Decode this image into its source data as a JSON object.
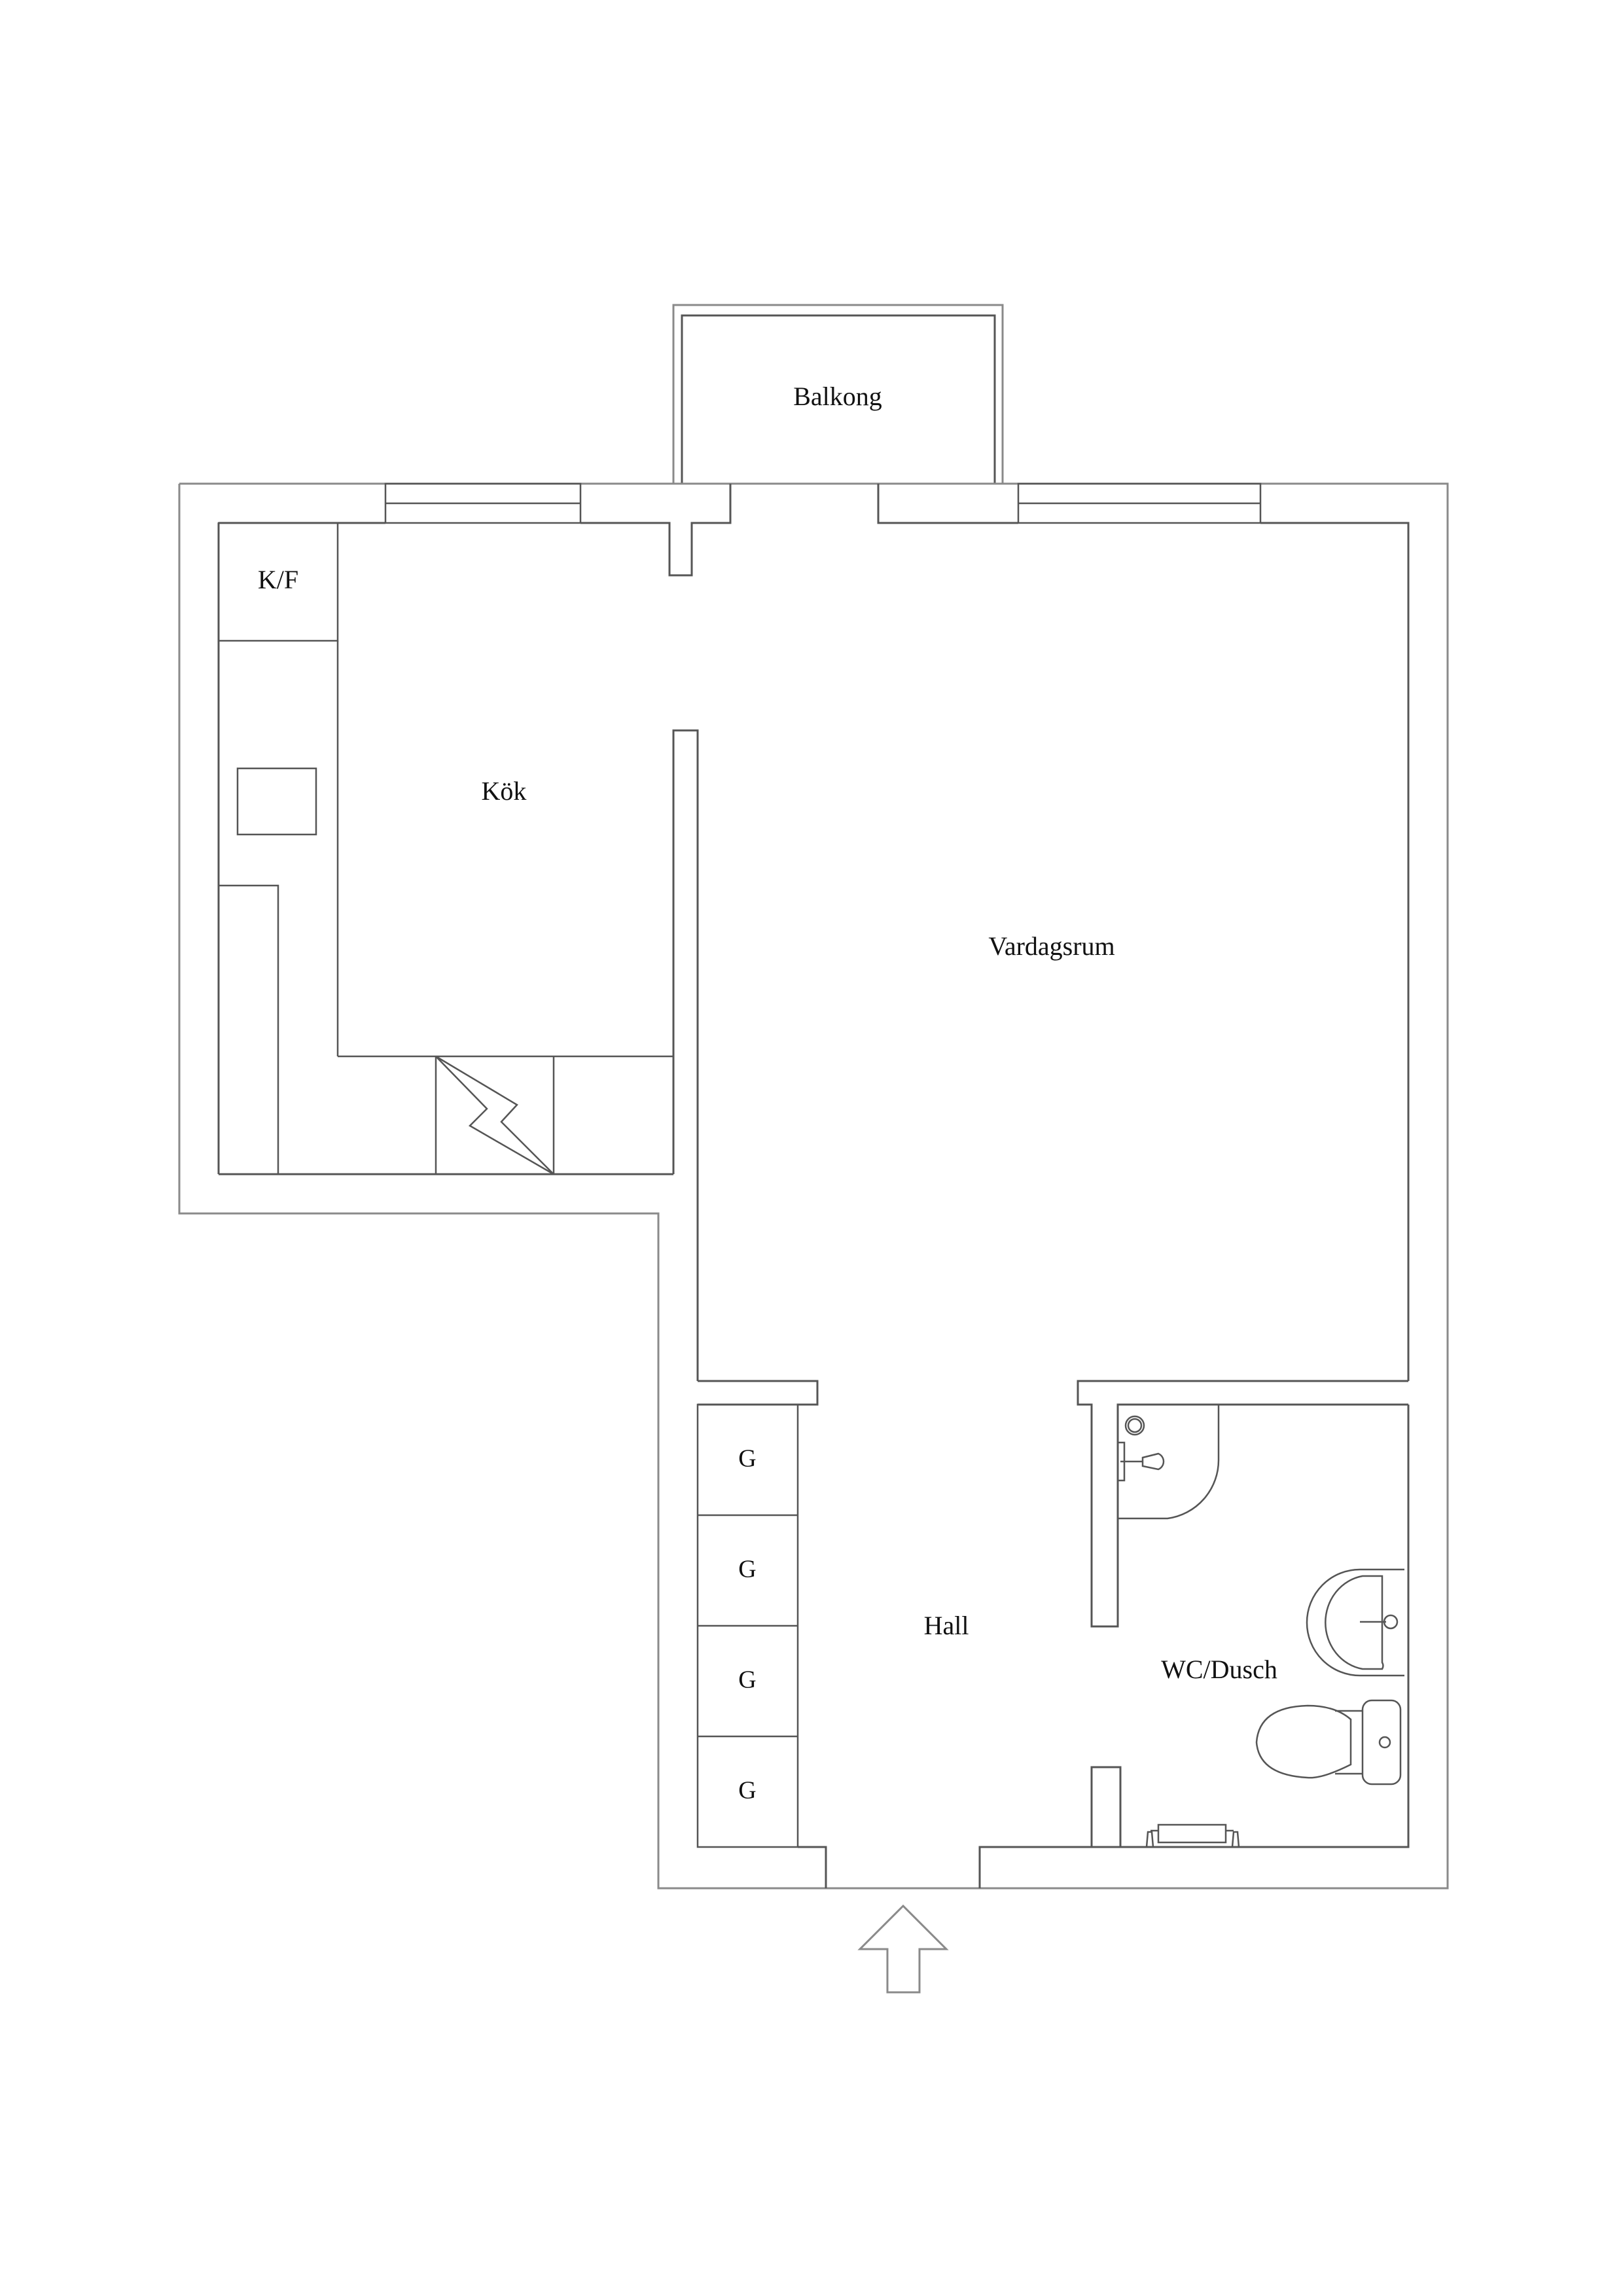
{
  "plan": {
    "title": "Floor plan",
    "colors": {
      "background": "#ffffff",
      "outer_wall": "#8a8a8a",
      "inner_line": "#555555",
      "text": "#111111"
    }
  },
  "rooms": {
    "balkong": {
      "label": "Balkong"
    },
    "kf": {
      "label": "K/F"
    },
    "kok": {
      "label": "Kök"
    },
    "vardagsrum": {
      "label": "Vardagsrum"
    },
    "hall": {
      "label": "Hall"
    },
    "wc_dusch": {
      "label": "WC/Dusch"
    }
  },
  "closets": [
    {
      "label": "G"
    },
    {
      "label": "G"
    },
    {
      "label": "G"
    },
    {
      "label": "G"
    }
  ],
  "symbols": {
    "stove": "lightning-bolt-icon",
    "entrance": "entrance-arrow-icon",
    "shower": "shower-icon",
    "sink": "washbasin-icon",
    "toilet": "toilet-icon",
    "towel_rail": "towel-rail-icon"
  }
}
